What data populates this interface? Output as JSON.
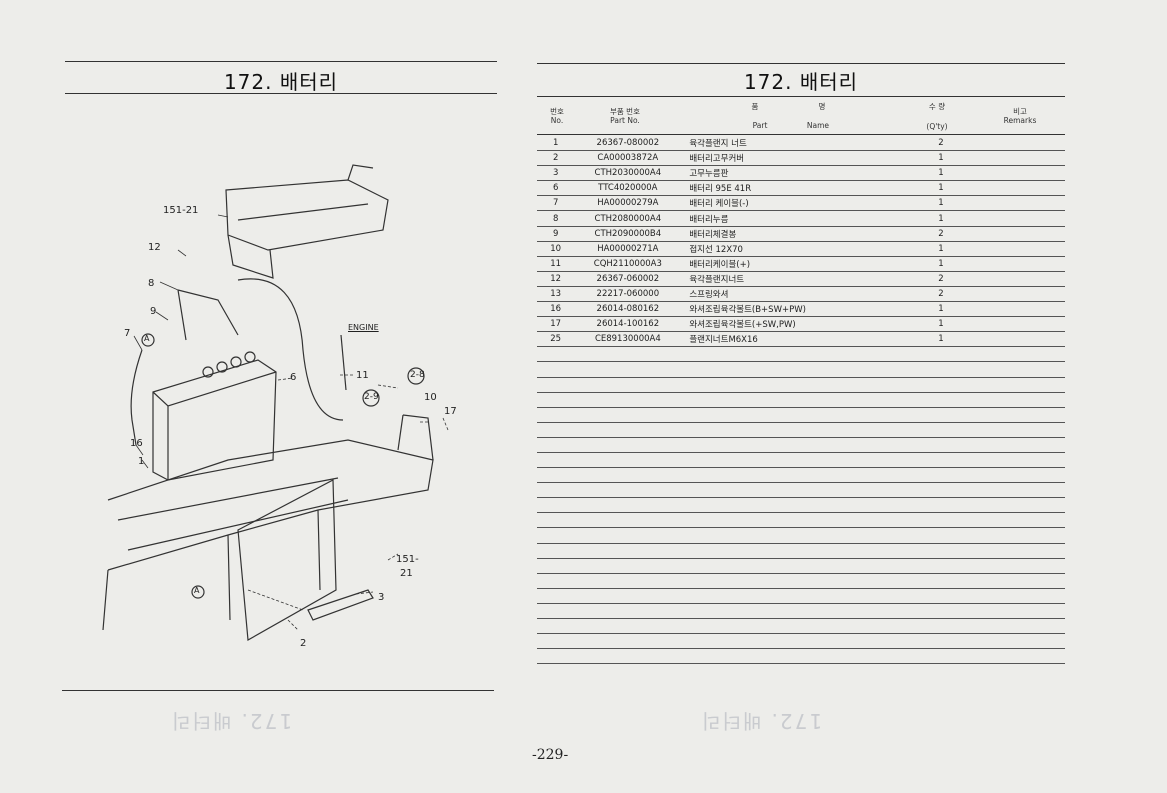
{
  "left_page": {
    "title": "172. 배터리",
    "diagram": {
      "callouts": [
        "151-21",
        "12",
        "8",
        "9",
        "7",
        "A",
        "16",
        "1",
        "6",
        "11",
        "ENGINE",
        "2-8",
        "2-9",
        "10",
        "17",
        "151-",
        "21",
        "A",
        "3",
        "2"
      ]
    }
  },
  "right_page": {
    "title": "172. 배터리",
    "headers": {
      "no_ko": "번호",
      "no_en": "No.",
      "part_ko": "부품 번호",
      "part_en": "Part  No.",
      "name_ko_1": "품",
      "name_ko_2": "명",
      "name_en_1": "Part",
      "name_en_2": "Name",
      "qty_ko": "수  량",
      "qty_en": "(Q'ty)",
      "remarks_ko": "비고",
      "remarks_en": "Remarks"
    },
    "rows": [
      {
        "no": "1",
        "part": "26367-080002",
        "name": "육각플랜지 너트",
        "qty": "2"
      },
      {
        "no": "2",
        "part": "CA00003872A",
        "name": "배터리고무커버",
        "qty": "1"
      },
      {
        "no": "3",
        "part": "CTH2030000A4",
        "name": "고무누름판",
        "qty": "1"
      },
      {
        "no": "6",
        "part": "TTC4020000A",
        "name": "배터리 95E 41R",
        "qty": "1"
      },
      {
        "no": "7",
        "part": "HA00000279A",
        "name": "배터리 케이블(-)",
        "qty": "1"
      },
      {
        "no": "8",
        "part": "CTH2080000A4",
        "name": "배터리누름",
        "qty": "1"
      },
      {
        "no": "9",
        "part": "CTH2090000B4",
        "name": "배터리체결봉",
        "qty": "2"
      },
      {
        "no": "10",
        "part": "HA00000271A",
        "name": "접지선 12X70",
        "qty": "1"
      },
      {
        "no": "11",
        "part": "CQH2110000A3",
        "name": "배터리케이블(+)",
        "qty": "1"
      },
      {
        "no": "12",
        "part": "26367-060002",
        "name": "육각플랜지너트",
        "qty": "2"
      },
      {
        "no": "13",
        "part": "22217-060000",
        "name": "스프링와셔",
        "qty": "2"
      },
      {
        "no": "16",
        "part": "26014-080162",
        "name": "와셔조립육각볼트(B+SW+PW)",
        "qty": "1"
      },
      {
        "no": "17",
        "part": "26014-100162",
        "name": "와셔조립육각볼트(+SW,PW)",
        "qty": "1"
      },
      {
        "no": "25",
        "part": "CE89130000A4",
        "name": "플랜지너트M6X16",
        "qty": "1"
      }
    ],
    "empty_row_count": 21
  },
  "page_number": "-229-"
}
